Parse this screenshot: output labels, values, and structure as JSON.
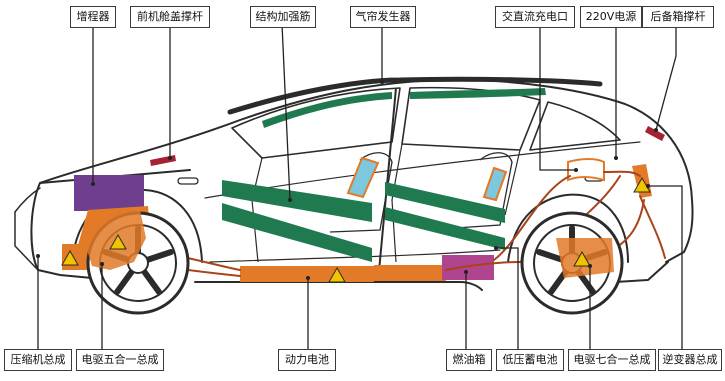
{
  "labels": {
    "range_extender": "增程器",
    "front_hood_strut": "前机舱盖撑杆",
    "structural_reinforcement": "结构加强筋",
    "curtain_airbag_generator": "气帘发生器",
    "ac_dc_charging_port": "交直流充电口",
    "power_220v": "220V电源",
    "tailgate_strut": "后备箱撑杆",
    "compressor_assembly": "压缩机总成",
    "front_e_drive_5in1": "电驱五合一总成",
    "power_battery": "动力电池",
    "fuel_tank": "燃油箱",
    "low_voltage_battery": "低压蓄电池",
    "rear_e_drive_7in1": "电驱七合一总成",
    "inverter_assembly": "逆变器总成"
  },
  "colors": {
    "outline": "#2b2b2b",
    "orange": "#e27a27",
    "purple": "#6f3e8f",
    "green": "#1f7a4f",
    "magenta": "#b0448f",
    "red": "#a52232",
    "cyan": "#7ec8de",
    "cable": "#a8431a",
    "warning_yellow": "#f2c400"
  },
  "icons": [
    "high-voltage-warning-icon"
  ]
}
